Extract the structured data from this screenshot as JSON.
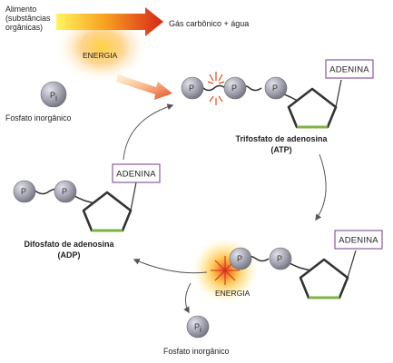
{
  "top": {
    "food_label": [
      "Alimento",
      "(substâncias",
      "orgânicas)"
    ],
    "products_label": "Gás carbônico + água",
    "energy_label": "ENERGIA"
  },
  "phosphate_in": {
    "label": "Fosfato inorgânico",
    "symbol": "P",
    "subscript": "i"
  },
  "atp": {
    "adenine_label": "ADENINA",
    "name_line1": "Trifosfato de adenosina",
    "name_line2": "(ATP)"
  },
  "adp": {
    "adenine_label": "ADENINA",
    "name_line1": "Difosfato de adenosina",
    "name_line2": "(ADP)"
  },
  "hydrolysis": {
    "adenine_label": "ADENINA",
    "energy_label": "ENERGIA"
  },
  "phosphate_out": {
    "label": "Fosfato inorgânico",
    "symbol": "P",
    "subscript": "i"
  },
  "phosphate_symbol": "P",
  "colors": {
    "phosphate_fill": "#9a9aa6",
    "box_border": "#8b5a9a",
    "pentagon_stroke": "#333333",
    "pentagon_base": "#7cb342",
    "arrow_gradient_start": "#fff04a",
    "arrow_gradient_end": "#e53a1f",
    "cycle_arrow": "#555555"
  }
}
